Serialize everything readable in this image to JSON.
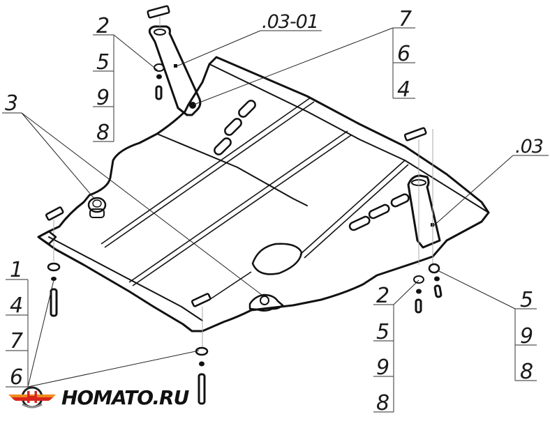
{
  "drawing": {
    "title": "Engine guard exploded view",
    "part_refs": {
      "bracket_left": ".03-01",
      "bracket_right": ".03"
    },
    "callouts": {
      "top_left_stack": [
        "2",
        "5",
        "9",
        "8"
      ],
      "top_right_stack": [
        "7",
        "6",
        "4"
      ],
      "left_single": "3",
      "bottom_left_stack": [
        "1",
        "4",
        "7",
        "6"
      ],
      "bottom_mid_stack": [
        "2",
        "5",
        "9",
        "8"
      ],
      "bottom_right_stack": [
        "5",
        "9",
        "8"
      ]
    }
  },
  "brand": {
    "name": "HOMATO.RU",
    "colors": {
      "orange": "#f08a1c",
      "red": "#d8261c",
      "gray": "#8a8a8a"
    }
  }
}
